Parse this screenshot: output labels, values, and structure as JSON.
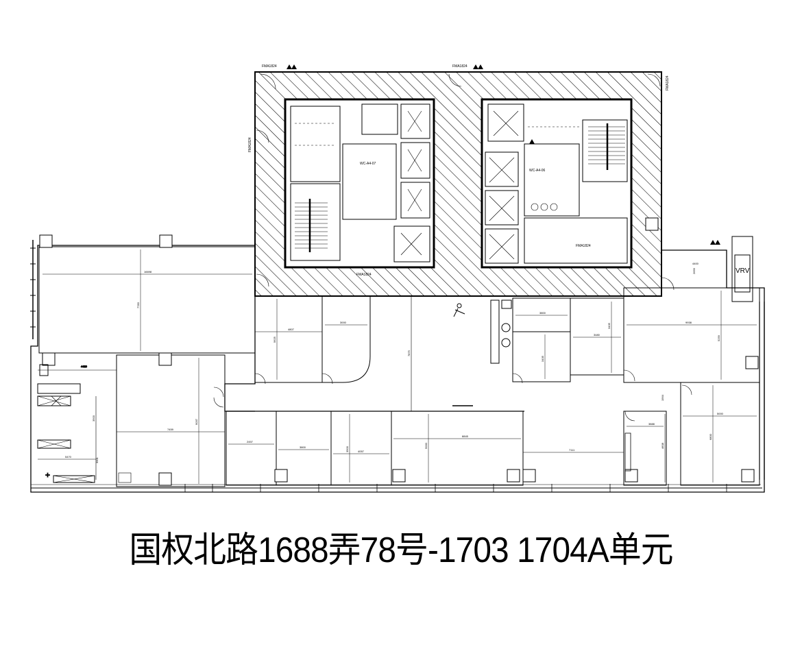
{
  "title": "国权北路1688弄78号-1703 1704A单元",
  "core_labels": {
    "fma_top_left": "FMA1824",
    "fma_top_mid": "FMA1824",
    "fma_right_vertical": "FMA1824",
    "fma_left_vertical": "FMA1824",
    "fma_bottom": "FMA1824",
    "fma_core_right": "FMA1824",
    "wc_left": "WC-A4-07",
    "wc_right": "WC-A4-06",
    "vrv": "VRV"
  },
  "dimensions": {
    "west_hall_width": "16698",
    "west_hall_depth": "7783",
    "west_room_small": "4420",
    "mid_room_width": "7459",
    "mid_room_depth": "9037",
    "sw_room_width": "5470",
    "sw_room_depth": "3500",
    "sw_room_gap": "3001",
    "north_office_a": "4807",
    "north_office_a_depth": "5625",
    "north_office_b": "3000",
    "corridor_depth": "7875",
    "south_room_a": "2457",
    "south_room_b": "3800",
    "south_room_c": "4057",
    "south_room_c_depth": "3500",
    "south_room_d": "8845",
    "south_room_d_depth": "5000",
    "south_room_e": "7111",
    "east_room_a": "3800",
    "east_room_a_depth": "3435",
    "east_room_b": "3480",
    "east_room_b_depth": "3435",
    "east_room_c": "9938",
    "east_room_c_depth": "5259",
    "east_room_d": "5000",
    "east_room_d_depth": "6800",
    "east_room_e": "3888",
    "east_room_e_depth": "4608",
    "east_room_gap": "1564",
    "ne_room_width": "4400",
    "ne_room_depth": "2659"
  }
}
